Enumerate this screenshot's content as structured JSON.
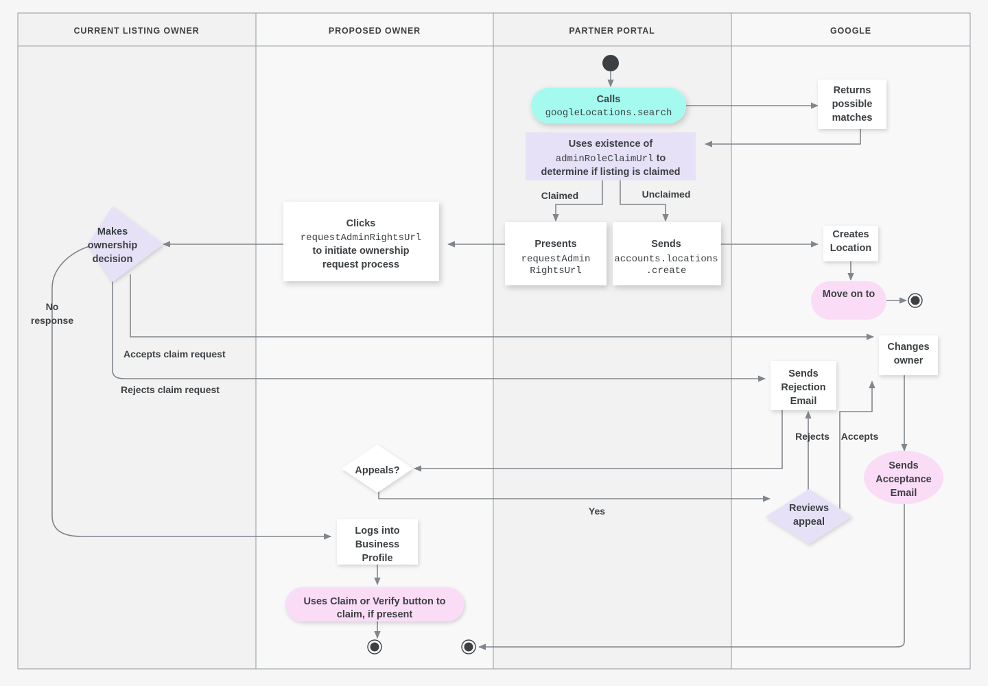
{
  "diagram": {
    "title": "Business Profile listing ownership transfer flow",
    "type": "swimlane-flowchart",
    "colors": {
      "canvas": "#f6f6f6",
      "lane_a": "#f2f2f2",
      "lane_b": "#f8f8f8",
      "lane_border": "#9aa0a6",
      "edge": "#80868b",
      "text": "#3c4043",
      "cyan": "#a5faf0",
      "lavender": "#e6e1f7",
      "pink": "#fadcf7",
      "white": "#ffffff",
      "endpoint": "#3c4043"
    }
  },
  "lanes": [
    {
      "id": "current-listing-owner",
      "label": "CURRENT LISTING OWNER"
    },
    {
      "id": "proposed-owner",
      "label": "PROPOSED OWNER"
    },
    {
      "id": "partner-portal",
      "label": "PARTNER PORTAL"
    },
    {
      "id": "google",
      "label": "GOOGLE"
    }
  ],
  "nodes": {
    "start": {
      "shape": "start-circle",
      "lane": "partner-portal"
    },
    "calls_search": {
      "shape": "pill",
      "color": "cyan",
      "lane": "partner-portal",
      "line1": "Calls",
      "line2": "googleLocations.search"
    },
    "returns_matches": {
      "shape": "rect",
      "color": "white",
      "lane": "google",
      "line1": "Returns",
      "line2": "possible",
      "line3": "matches"
    },
    "uses_existence": {
      "shape": "rect",
      "color": "lavender",
      "lane": "partner-portal",
      "line1": "Uses existence of",
      "line2a": "adminRoleClaimUrl",
      "line2b": " to",
      "line3": "determine if listing is claimed"
    },
    "presents_url": {
      "shape": "rect",
      "color": "white",
      "lane": "partner-portal",
      "line1": "Presents",
      "line2": "requestAdmin",
      "line3": "RightsUrl"
    },
    "sends_create": {
      "shape": "rect",
      "color": "white",
      "lane": "partner-portal",
      "line1": "Sends",
      "line2": "accounts.locations",
      "line3": ".create"
    },
    "creates_location": {
      "shape": "rect",
      "color": "white",
      "lane": "google",
      "line1": "Creates",
      "line2": "Location"
    },
    "move_on_to": {
      "shape": "pill",
      "color": "pink",
      "lane": "google",
      "line1": "Move on to"
    },
    "end_google": {
      "shape": "end-circle",
      "lane": "google"
    },
    "clicks_request": {
      "shape": "rect",
      "color": "white",
      "lane": "proposed-owner",
      "line1": "Clicks",
      "line2": "requestAdminRightsUrl",
      "line3": "to initiate ownership",
      "line4": "request process"
    },
    "makes_decision": {
      "shape": "diamond",
      "color": "lavender",
      "lane": "current-listing-owner",
      "line1": "Makes",
      "line2": "ownership",
      "line3": "decision"
    },
    "changes_owner": {
      "shape": "rect",
      "color": "white",
      "lane": "google",
      "line1": "Changes",
      "line2": "owner"
    },
    "sends_rejection": {
      "shape": "rect",
      "color": "white",
      "lane": "google",
      "line1": "Sends",
      "line2": "Rejection",
      "line3": "Email"
    },
    "sends_acceptance": {
      "shape": "pill",
      "color": "pink",
      "lane": "google",
      "line1": "Sends",
      "line2": "Acceptance",
      "line3": "Email"
    },
    "appeals": {
      "shape": "diamond",
      "color": "white",
      "lane": "proposed-owner",
      "line1": "Appeals?"
    },
    "reviews_appeal": {
      "shape": "diamond",
      "color": "lavender",
      "lane": "google",
      "line1": "Reviews",
      "line2": "appeal"
    },
    "logs_into": {
      "shape": "rect",
      "color": "white",
      "lane": "proposed-owner",
      "line1": "Logs into",
      "line2": "Business",
      "line3": "Profile"
    },
    "uses_claim_verify": {
      "shape": "pill",
      "color": "pink",
      "lane": "proposed-owner",
      "line1": "Uses Claim or Verify button to",
      "line2": "claim, if present"
    },
    "end_proposed_a": {
      "shape": "end-circle",
      "lane": "proposed-owner"
    },
    "end_proposed_b": {
      "shape": "end-circle",
      "lane": "proposed-owner"
    }
  },
  "edge_labels": {
    "claimed": "Claimed",
    "unclaimed": "Unclaimed",
    "no_response": {
      "line1": "No",
      "line2": "response"
    },
    "accepts_claim": "Accepts claim request",
    "rejects_claim": "Rejects claim request",
    "rejects": "Rejects",
    "accepts": "Accepts",
    "yes": "Yes"
  }
}
